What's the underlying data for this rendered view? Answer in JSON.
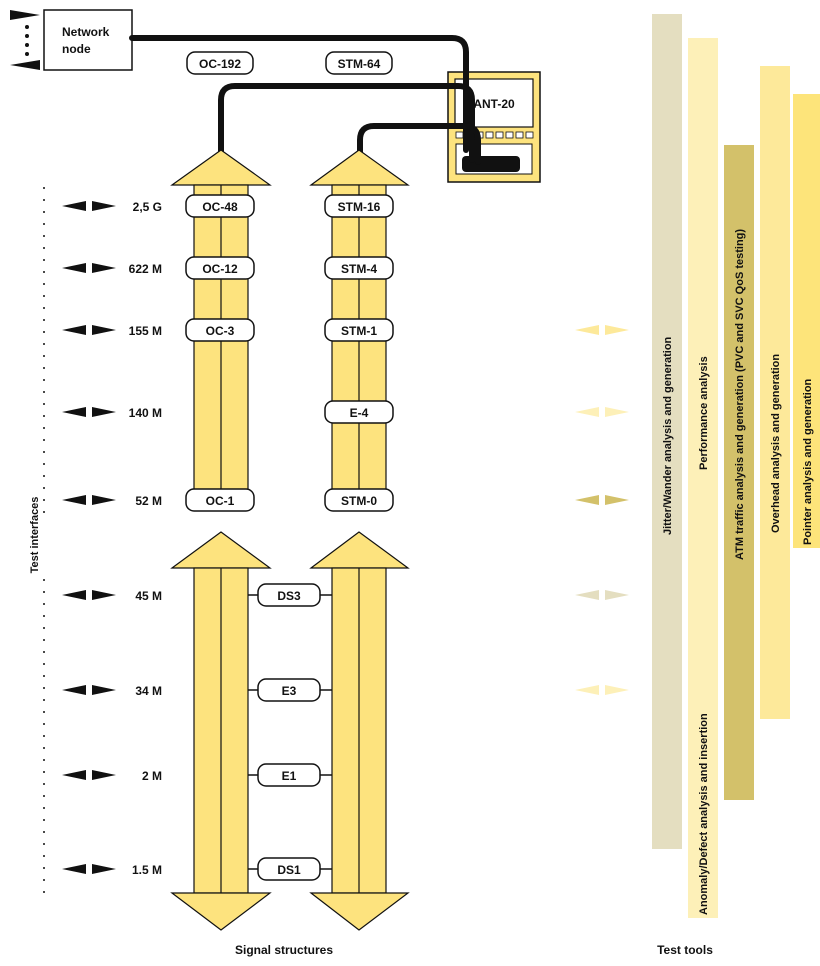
{
  "network_node": {
    "label_line1": "Network",
    "label_line2": "node"
  },
  "top_labels": {
    "oc": "OC-192",
    "stm": "STM-64"
  },
  "device": {
    "label": "ANT-20"
  },
  "interfaces": {
    "title": "Test interfaces",
    "rates": [
      "2,5 G",
      "622 M",
      "155 M",
      "140 M",
      "52 M",
      "45 M",
      "34 M",
      "2 M",
      "1.5 M"
    ]
  },
  "signal_structures": {
    "title": "Signal structures",
    "sonet": [
      "OC-48",
      "OC-12",
      "OC-3",
      "OC-1"
    ],
    "sdh": [
      "STM-16",
      "STM-4",
      "STM-1",
      "E-4",
      "STM-0"
    ],
    "pdh": [
      "DS3",
      "E3",
      "E1",
      "DS1"
    ]
  },
  "test_tools": {
    "title": "Test tools",
    "bars": [
      {
        "label": "Jitter/Wander analysis and generation",
        "color": "#e4dec0"
      },
      {
        "label": "Performance analysis",
        "color": "#fdf0b8"
      },
      {
        "label": "Anomaly/Defect analysis and insertion",
        "color": "#fdf0b8"
      },
      {
        "label": "ATM traffic analysis and generation (PVC and SVC QoS testing)",
        "color": "#d3c16a"
      },
      {
        "label": "Overhead analysis and generation",
        "color": "#fde99a"
      },
      {
        "label": "Pointer analysis and generation",
        "color": "#fde47a"
      }
    ]
  },
  "colors": {
    "yellow": "#fde37e",
    "outline": "#111111",
    "tan": "#d3c16a",
    "pale": "#fdf0b8"
  }
}
